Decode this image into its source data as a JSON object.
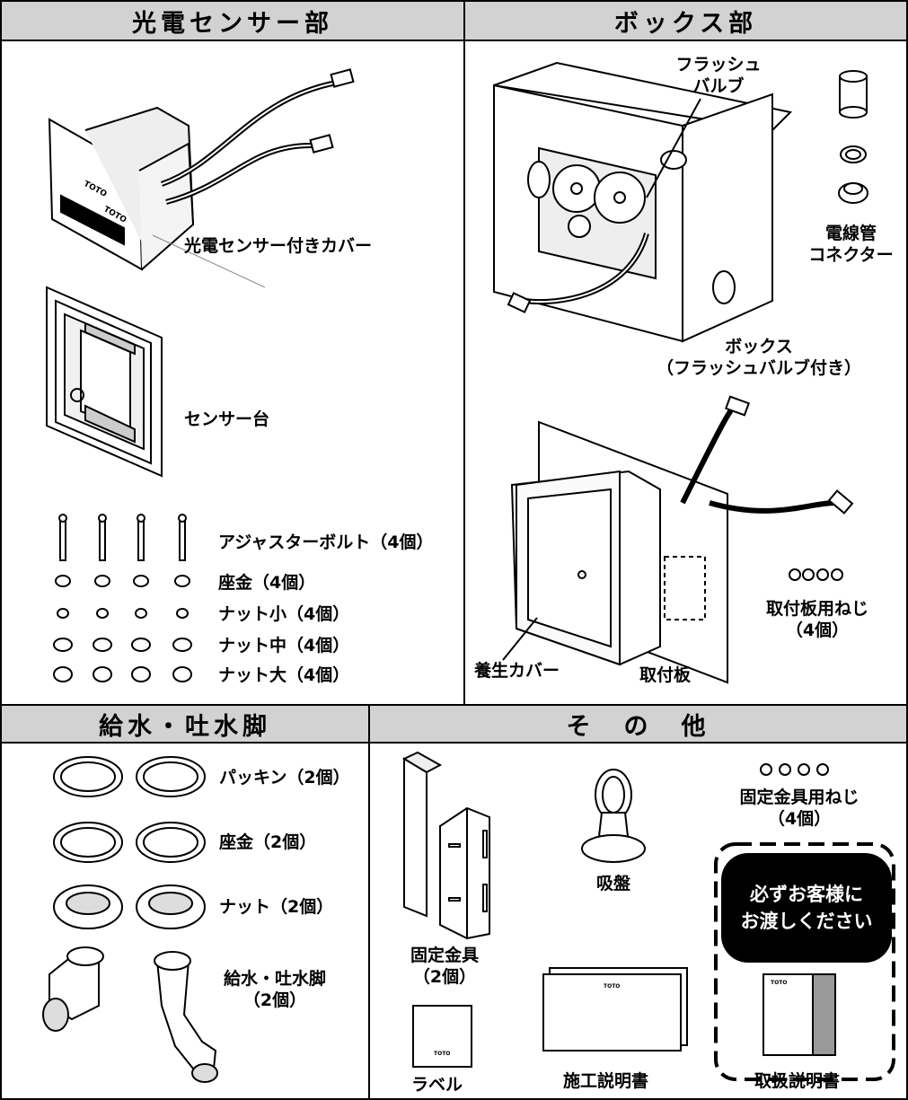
{
  "sections": {
    "sensor": "光電センサー部",
    "box": "ボックス部",
    "supply": "給水・吐水脚",
    "other": "そ　の　他"
  },
  "sensor_parts": {
    "cover": "光電センサー付きカバー",
    "base": "センサー台",
    "bolt": "アジャスターボルト（4個）",
    "washer": "座金（4個）",
    "nut_small": "ナット小（4個）",
    "nut_mid": "ナット中（4個）",
    "nut_large": "ナット大（4個）",
    "brand_mark": "TOTO"
  },
  "box_parts": {
    "flush_valve_1": "フラッシュ",
    "flush_valve_2": "バルブ",
    "conduit_1": "電線管",
    "conduit_2": "コネクター",
    "box_1": "ボックス",
    "box_2": "（フラッシュバルブ付き）",
    "plate_screw_1": "取付板用ねじ",
    "plate_screw_2": "（4個）",
    "cover": "養生カバー",
    "plate": "取付板"
  },
  "supply_parts": {
    "packing": "パッキン（2個）",
    "washer": "座金（2個）",
    "nut": "ナット（2個）",
    "leg_1": "給水・吐水脚",
    "leg_2": "（2個）"
  },
  "other_parts": {
    "fix_screw_1": "固定金具用ねじ",
    "fix_screw_2": "（4個）",
    "bracket_1": "固定金具",
    "bracket_2": "（2個）",
    "suction": "吸盤",
    "label": "ラベル",
    "install_manual": "施工説明書",
    "user_manual": "取扱説明書",
    "notice_1": "必ずお客様に",
    "notice_2": "お渡しください",
    "brand": "TOTO"
  }
}
